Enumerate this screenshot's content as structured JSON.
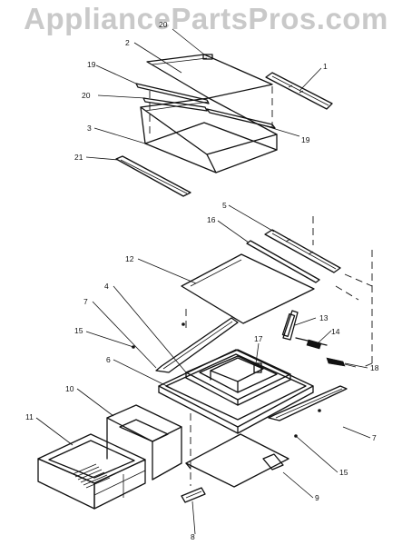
{
  "watermark": "AppliancePartsPros.com",
  "callouts": {
    "c1": "1",
    "c2": "2",
    "c3": "3",
    "c4": "4",
    "c5": "5",
    "c6": "6",
    "c7a": "7",
    "c7b": "7",
    "c8": "8",
    "c9": "9",
    "c10": "10",
    "c11": "11",
    "c12": "12",
    "c13": "13",
    "c14": "14",
    "c15a": "15",
    "c15b": "15",
    "c16": "16",
    "c17": "17",
    "c18": "18",
    "c19a": "19",
    "c19b": "19",
    "c20a": "20",
    "c20b": "20",
    "c21": "21"
  }
}
